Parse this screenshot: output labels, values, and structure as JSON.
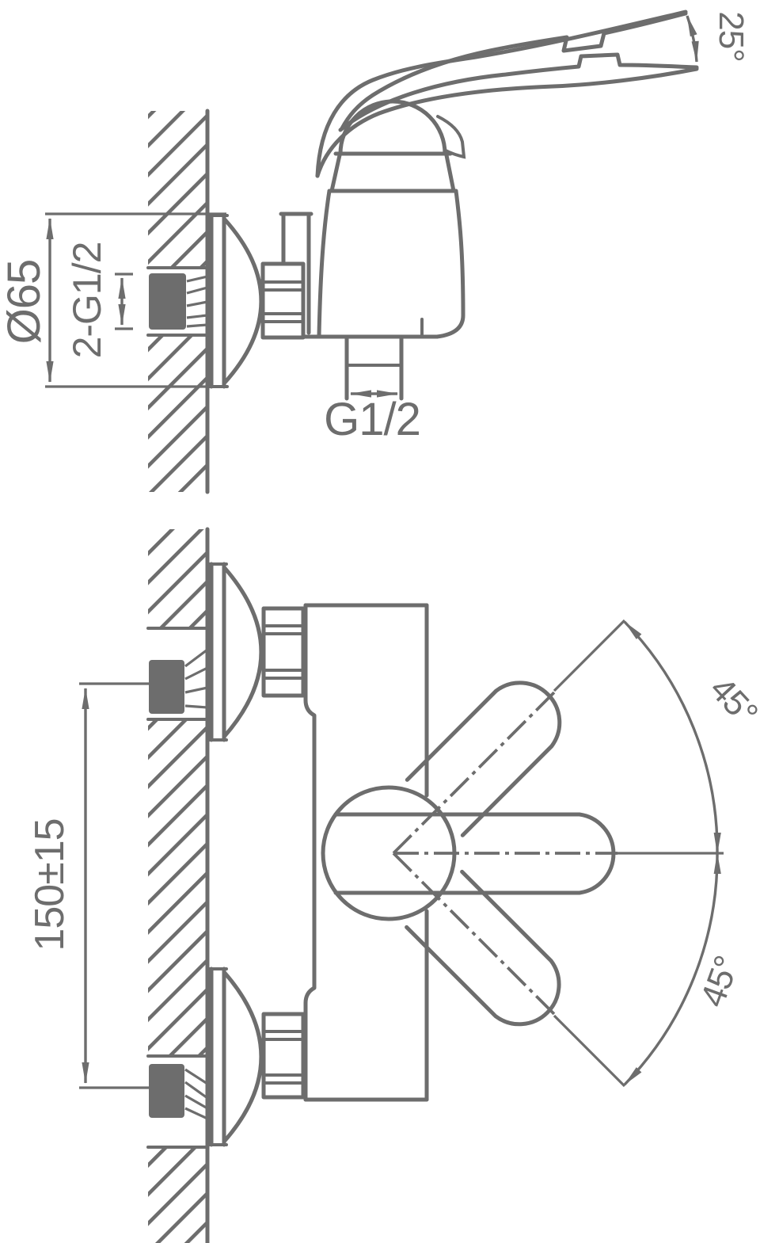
{
  "labels": {
    "escutcheon_diameter": "Ø65",
    "wall_thread_pair": "2-G1/2",
    "outlet_thread": "G1/2",
    "lever_lift_angle": "25°",
    "mounting_distance": "150±15",
    "handle_swing_up": "45°",
    "handle_swing_down": "45°"
  },
  "colors": {
    "line": "#6d6d6d",
    "background": "#ffffff",
    "section_fill": "#6d6d6d"
  }
}
